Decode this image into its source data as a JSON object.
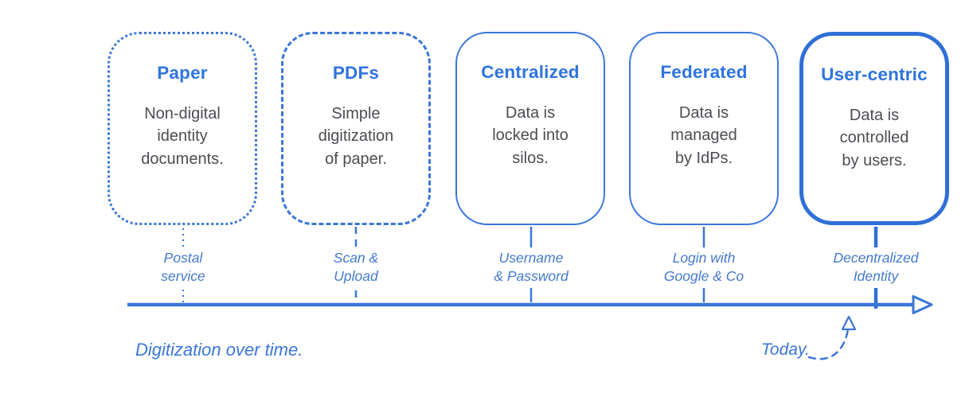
{
  "colors": {
    "border_blue": "#3a76d8",
    "thick_border_blue": "#2f6fd6",
    "title_blue": "#2d74de",
    "label_blue": "#4579cf",
    "body_gray": "#4a4d52",
    "background": "#ffffff"
  },
  "stages": [
    {
      "title": "Paper",
      "description": "Non-digital\nidentity\ndocuments.",
      "label": "Postal\nservice",
      "border_style": "dotted"
    },
    {
      "title": "PDFs",
      "description": "Simple\ndigitization\nof paper.",
      "label": "Scan &\nUpload",
      "border_style": "dashed"
    },
    {
      "title": "Centralized",
      "description": "Data is\nlocked into\nsilos.",
      "label": "Username\n& Password",
      "border_style": "solid"
    },
    {
      "title": "Federated",
      "description": "Data is\nmanaged\nby IdPs.",
      "label": "Login with\nGoogle & Co",
      "border_style": "solid"
    },
    {
      "title": "User-centric",
      "description": "Data is\ncontrolled\nby users.",
      "label": "Decentralized\nIdentity",
      "border_style": "solid-thick"
    }
  ],
  "timeline": {
    "caption": "Digitization over time.",
    "today_label": "Today."
  }
}
